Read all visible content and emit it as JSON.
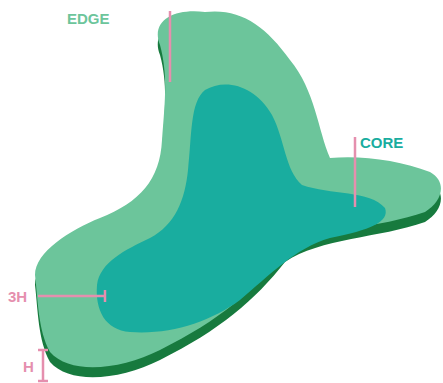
{
  "diagram": {
    "labels": [
      "EDGE",
      "CORE",
      "3H",
      "H"
    ]
  }
}
